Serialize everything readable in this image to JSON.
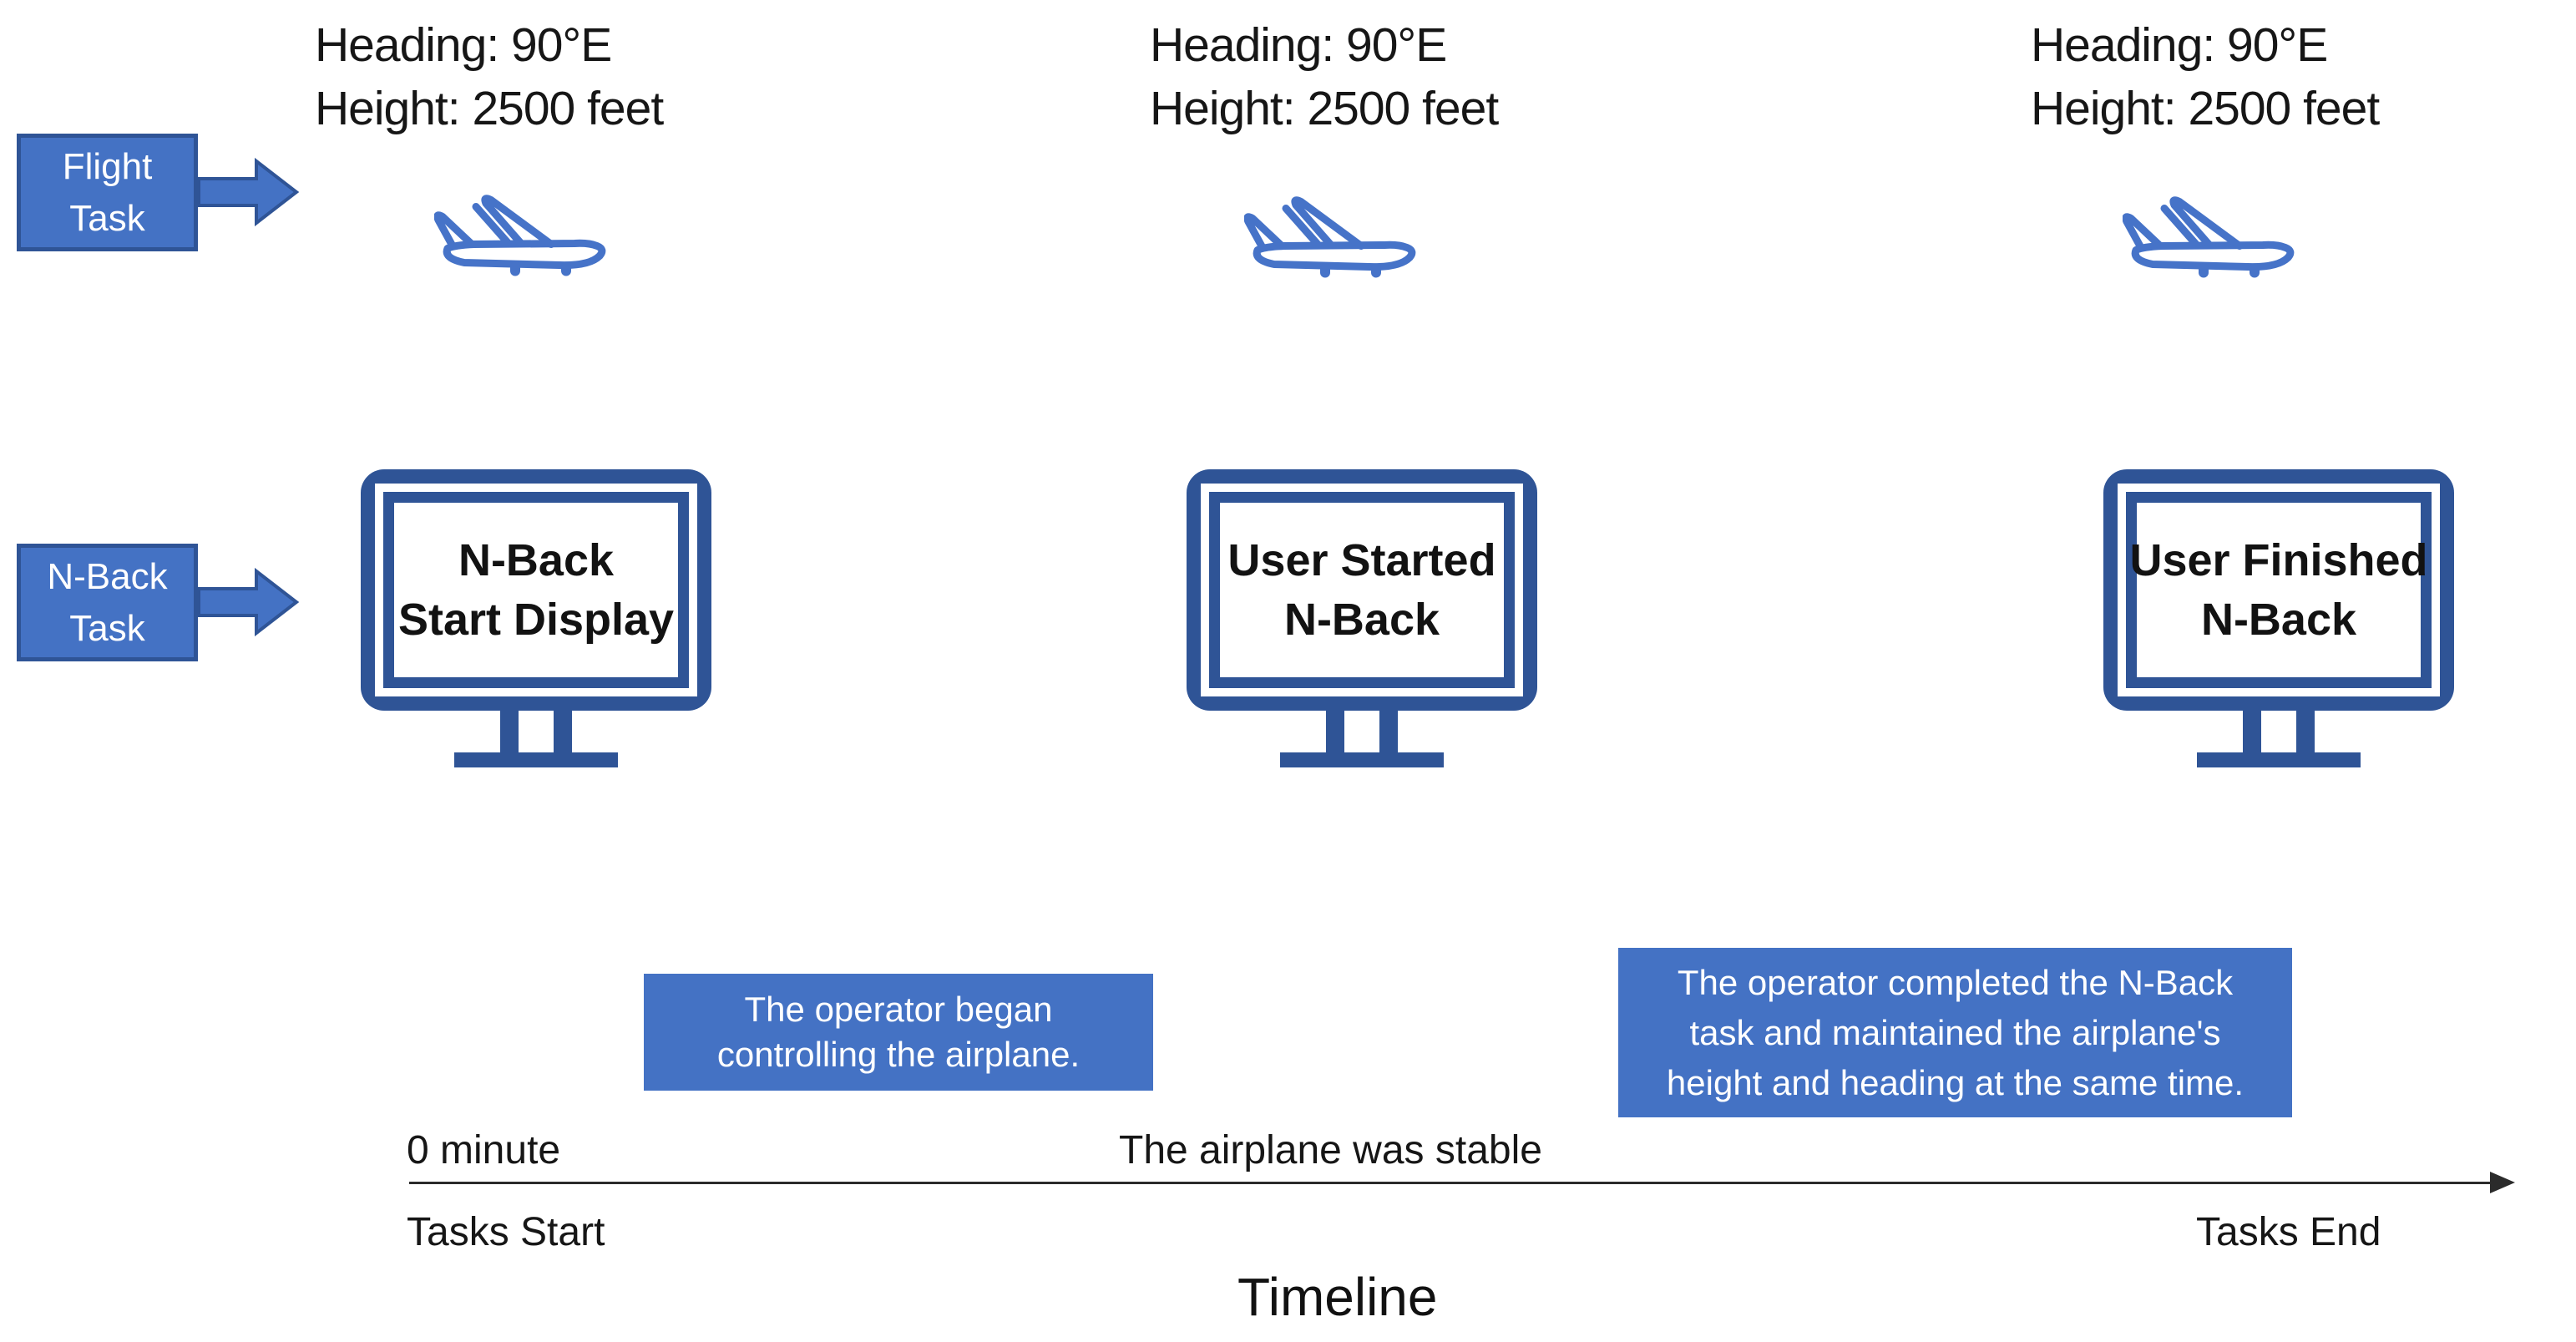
{
  "figure": {
    "kind": "experiment-timeline-diagram",
    "background": "#ffffff"
  },
  "palette": {
    "accent_blue": "#4472C4",
    "dark_blue": "#2F5496",
    "plane_blue": "#4673C8",
    "ink": "#161616",
    "white": "#ffffff"
  },
  "icons": {
    "flight_marker": "airplane-icon",
    "nback_marker": "monitor-icon",
    "row_pointer": "block-arrow-right-icon",
    "timeline_end": "arrowhead-right-icon"
  },
  "row_labels": {
    "flight_task": {
      "line1": "Flight",
      "line2": "Task"
    },
    "nback_task": {
      "line1": "N-Back",
      "line2": "Task"
    }
  },
  "columns": [
    {
      "heading_line1": "Heading: 90°E",
      "heading_line2": "Height: 2500 feet",
      "monitor_line1": "N-Back",
      "monitor_line2": "Start Display"
    },
    {
      "heading_line1": "Heading: 90°E",
      "heading_line2": "Height: 2500 feet",
      "monitor_line1": "User Started",
      "monitor_line2": "N-Back"
    },
    {
      "heading_line1": "Heading: 90°E",
      "heading_line2": "Height: 2500 feet",
      "monitor_line1": "User Finished",
      "monitor_line2": "N-Back"
    }
  ],
  "callouts": {
    "begin": {
      "line1": "The operator began",
      "line2": "controlling the airplane."
    },
    "complete": {
      "line1": "The operator completed the N-Back",
      "line2": "task and maintained the airplane's",
      "line3": "height and heading at the same time."
    }
  },
  "timeline": {
    "zero_label": "0 minute",
    "stable_label": "The airplane was stable",
    "start_label": "Tasks Start",
    "end_label": "Tasks End",
    "title": "Timeline"
  }
}
